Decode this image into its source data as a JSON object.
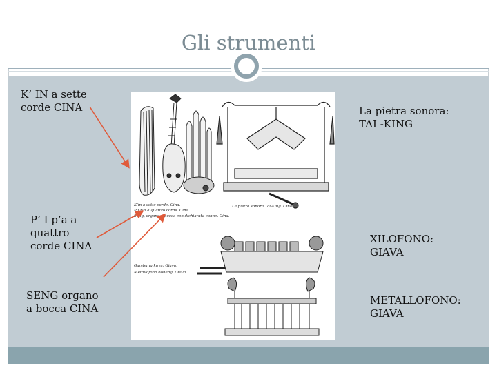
{
  "slide": {
    "title": "Gli strumenti"
  },
  "captions": {
    "kin_line1": "K’ IN a sette",
    "kin_line2": "corde CINA",
    "pipa_line1": "P’ I p’a a",
    "pipa_line2": "quattro",
    "pipa_line3": "corde CINA",
    "seng_line1": "SENG organo",
    "seng_line2": "a bocca CINA",
    "stone_line1": "La pietra sonora:",
    "stone_line2": "TAI -KING",
    "xylo_line1": "XILOFONO:",
    "xylo_line2": "GIAVA",
    "metallo_line1": "METALLOFONO:",
    "metallo_line2": "GIAVA"
  },
  "photo_captions": {
    "kin": "K’in a sette corde. Cina.",
    "pipa": "P’i p’a a quattro corde. Cina.",
    "seng": "Seng, organo a bocca con dichiarata canne. Cina.",
    "stone": "La pietra sonora Tai-King. Cina.",
    "gambang": "Gambang kayu: Giava.",
    "bonang": "Metallofono bonang. Giava."
  },
  "colors": {
    "title": "#7c8c94",
    "content_bg": "#c1ccd3",
    "footer": "#8aa4ad",
    "arrow": "#e05a3a",
    "ring": "#8fa3ad"
  },
  "icons": {
    "ornament": "circle-ring-icon"
  }
}
